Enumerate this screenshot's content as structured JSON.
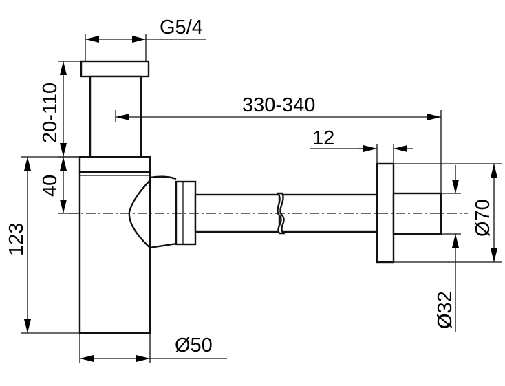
{
  "diagram": {
    "dimensions": {
      "thread": "G5/4",
      "height_adjust": "20-110",
      "length_adjust": "330-340",
      "flange_thickness": "12",
      "cap_height": "40",
      "body_height": "123",
      "flange_diameter": "Ø70",
      "pipe_diameter": "Ø32",
      "body_diameter": "Ø50"
    }
  }
}
